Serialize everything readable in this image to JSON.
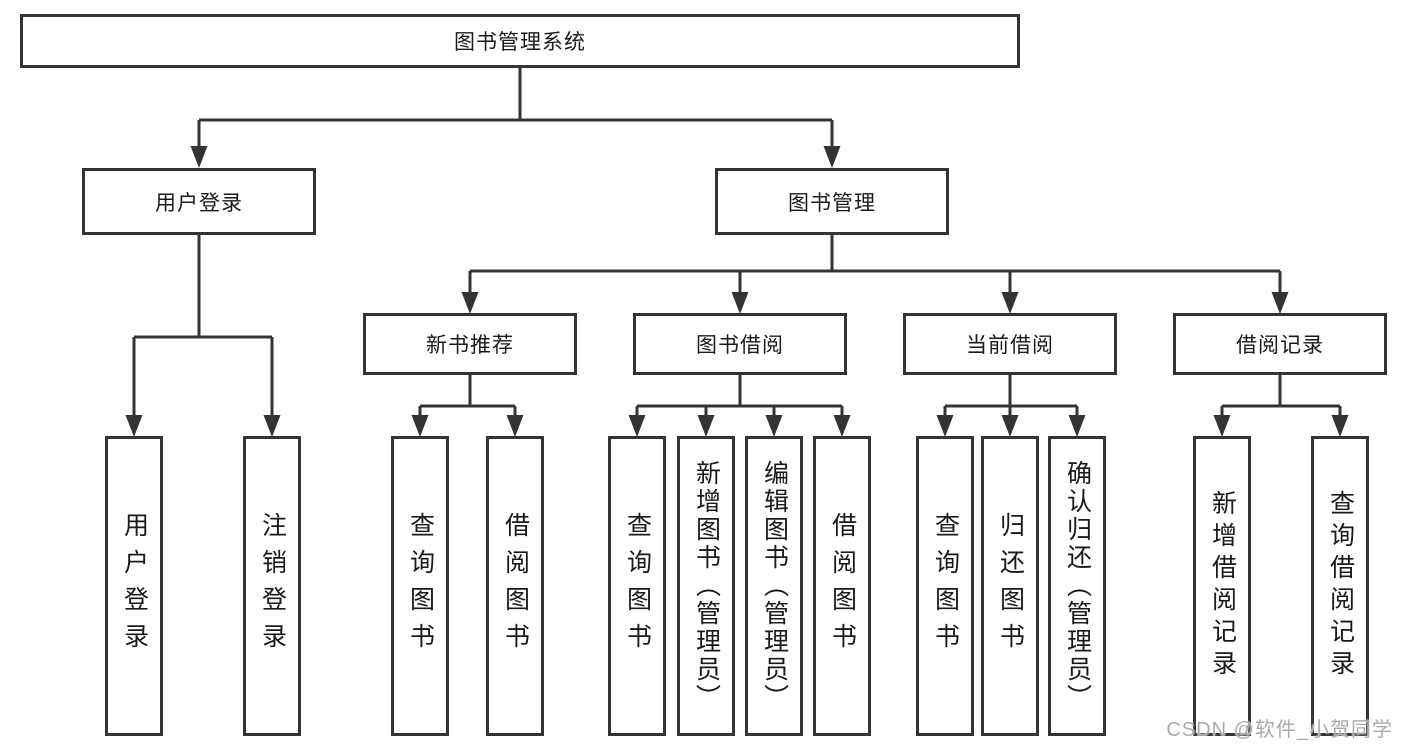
{
  "root_label": "图书管理系统",
  "user": {
    "label": "用户登录",
    "leaves": [
      "用户登录",
      "注销登录"
    ]
  },
  "mgmt": {
    "label": "图书管理",
    "sections": [
      {
        "label": "新书推荐",
        "leaves": [
          "查询图书",
          "借阅图书"
        ]
      },
      {
        "label": "图书借阅",
        "leaves": [
          "查询图书",
          "新增图书（管理员）",
          "编辑图书（管理员）",
          "借阅图书"
        ]
      },
      {
        "label": "当前借阅",
        "leaves": [
          "查询图书",
          "归还图书",
          "确认归还（管理员）"
        ]
      },
      {
        "label": "借阅记录",
        "leaves": [
          "新增借阅记录",
          "查询借阅记录"
        ]
      }
    ]
  },
  "watermark": "CSDN @软件_小贺同学",
  "colors": {
    "line": "#333333",
    "box_border": "#333333",
    "box_fill": "#ffffff",
    "text": "#1a1a1a",
    "watermark": "#9e9e9e"
  }
}
